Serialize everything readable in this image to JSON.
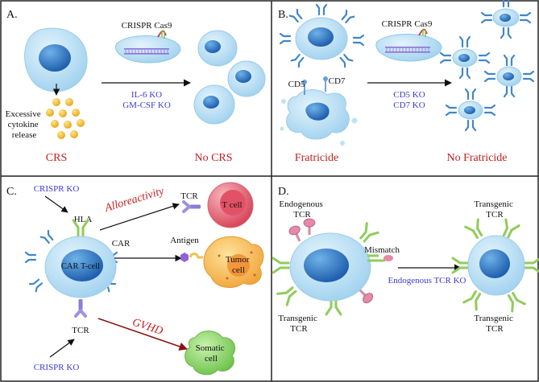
{
  "panels": {
    "a": {
      "label": "A.",
      "crispr": "CRISPR Cas9",
      "ko1": "IL-6 KO",
      "ko2": "GM-CSF KO",
      "cytokine": [
        "Excessive",
        "cytokine",
        "release"
      ],
      "left_caption": "CRS",
      "right_caption": "No CRS"
    },
    "b": {
      "label": "B.",
      "crispr": "CRISPR Cas9",
      "cd5": "CD5",
      "cd7": "CD7",
      "ko1": "CD5 KO",
      "ko2": "CD7 KO",
      "left_caption": "Fratricide",
      "right_caption": "No Fratricide"
    },
    "c": {
      "label": "C.",
      "crispr_top": "CRISPR KO",
      "hla": "HLA",
      "alloreactivity": "Alloreactivity",
      "tcr_top": "TCR",
      "tcell": "T cell",
      "car": "CAR",
      "antigen": "Antigen",
      "car_tcell": "CAR T-cell",
      "tumor": [
        "Tumor",
        "cell"
      ],
      "tcr_bottom": "TCR",
      "gvhd": "GVHD",
      "somatic": [
        "Somatic",
        "cell"
      ],
      "crispr_bottom": "CRISPR KO"
    },
    "d": {
      "label": "D.",
      "endogenous": [
        "Endogenous",
        "TCR"
      ],
      "transgenic_tr": [
        "Transgenic",
        "TCR"
      ],
      "mismatch": "Mismatch",
      "endo_ko": "Endogenous TCR KO",
      "transgenic_bl": [
        "Transgenic",
        "TCR"
      ],
      "transgenic_br": [
        "Transgenic",
        "TCR"
      ]
    }
  },
  "colors": {
    "cell": "#bfe3f6",
    "nucleus": "#2f7fc8",
    "blue_text": "#3a3ad0",
    "red_text": "#c61d1d",
    "cytokine": "#f3c441",
    "tumor": "#f3b544",
    "tcell_target": "#e46b7a",
    "somatic": "#8fd66a"
  }
}
